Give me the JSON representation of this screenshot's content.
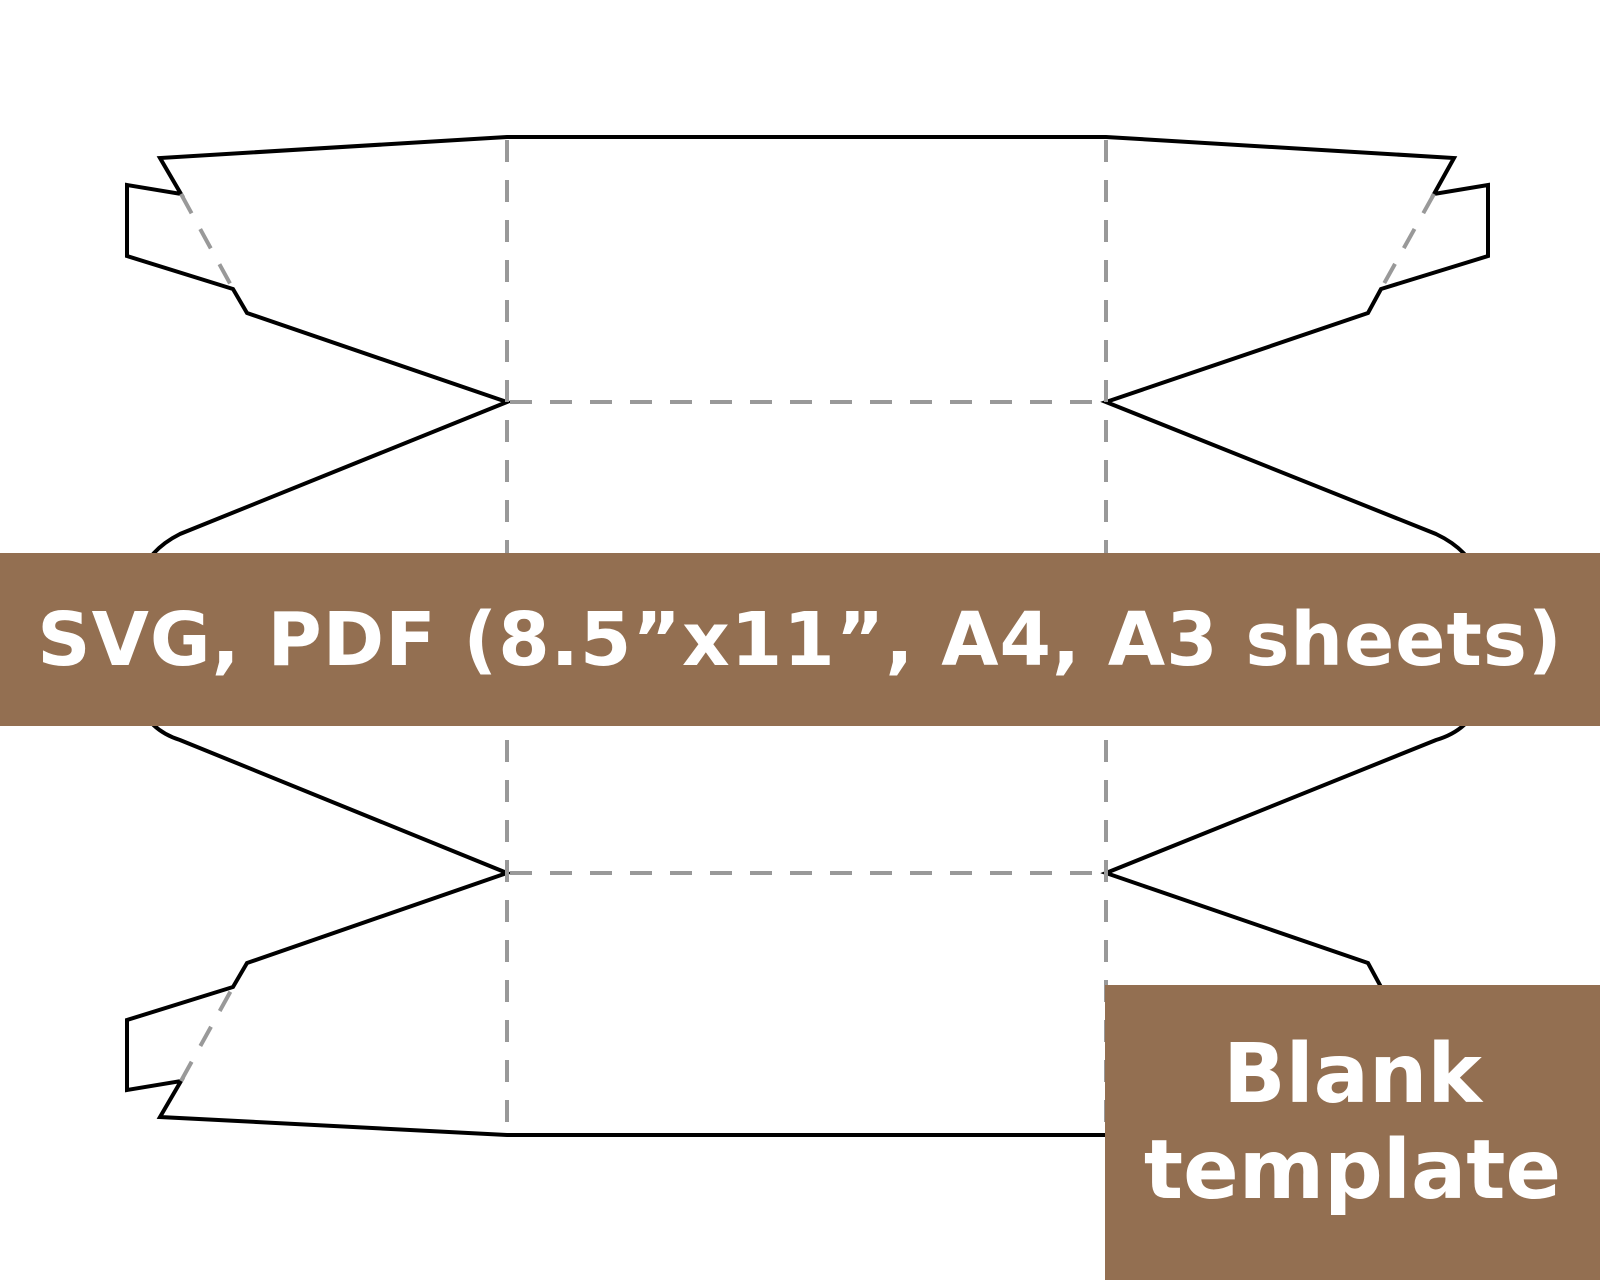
{
  "colors": {
    "accent_brown": "#936F51",
    "cut_line": "#000000",
    "fold_line": "#999999",
    "text": "#ffffff",
    "background": "#ffffff"
  },
  "banner": {
    "text": "SVG, PDF (8.5”x11”, A4, A3 sheets)"
  },
  "label_box": {
    "line1": "Blank",
    "line2": "template"
  }
}
